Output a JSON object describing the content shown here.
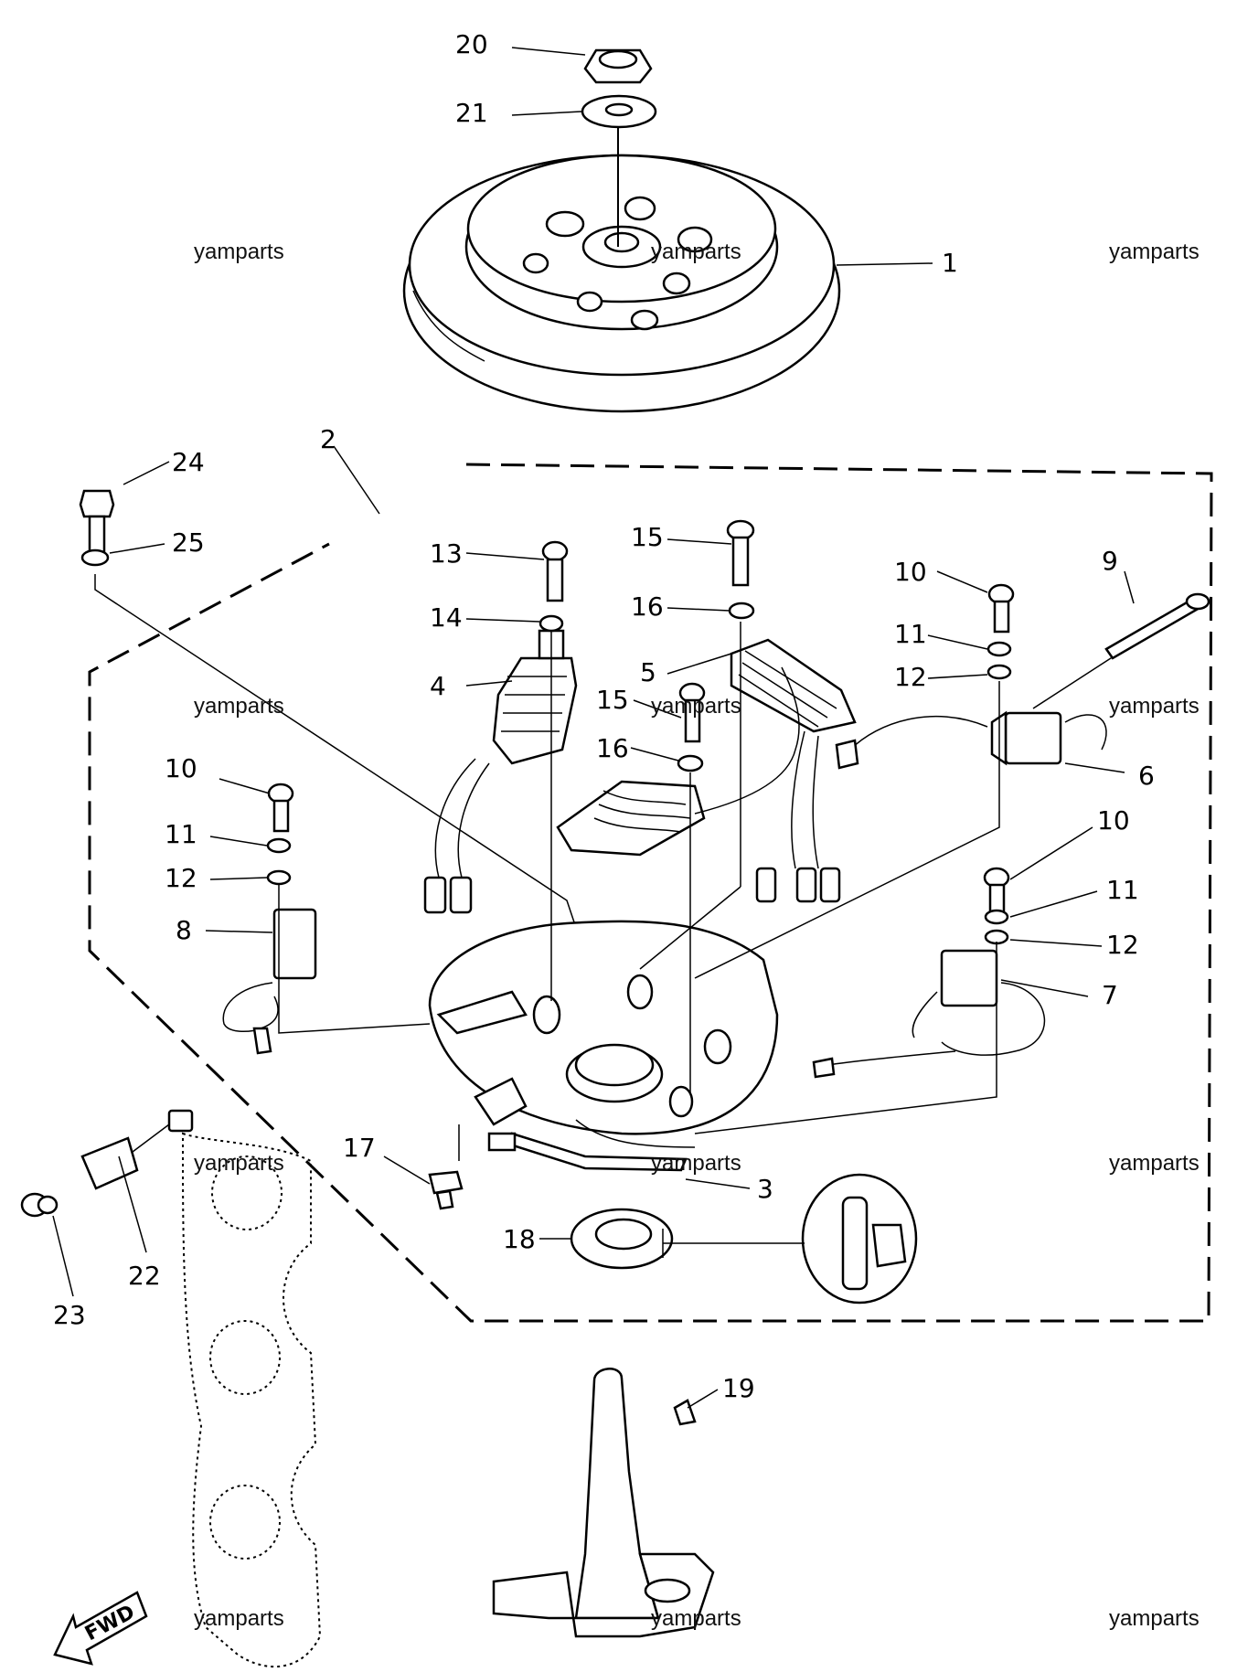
{
  "callouts": [
    "1",
    "2",
    "3",
    "4",
    "5",
    "6",
    "7",
    "8",
    "9",
    "10",
    "10",
    "10",
    "11",
    "11",
    "11",
    "12",
    "12",
    "12",
    "13",
    "14",
    "15",
    "15",
    "16",
    "16",
    "17",
    "18",
    "19",
    "20",
    "21",
    "22",
    "23",
    "24",
    "25"
  ],
  "watermark": "yamparts",
  "fwd_label": "FWD"
}
